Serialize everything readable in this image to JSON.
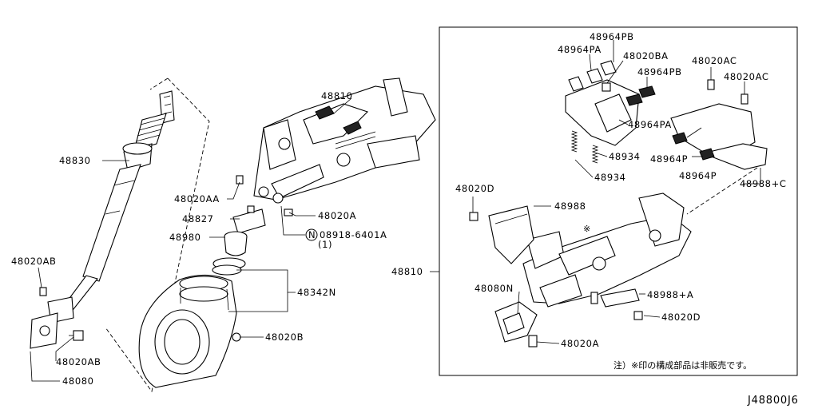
{
  "labels": {
    "l48830": "48830",
    "l48810_top": "48810",
    "l48020AA": "48020AA",
    "l48827": "48827",
    "l48980": "48980",
    "l48020A_left": "48020A",
    "l_nut_code": "08918-6401A",
    "l_nut_qty": "(1)",
    "l_nut_symbol": "N",
    "l48342N": "48342N",
    "l48020B": "48020B",
    "l48020AB_top": "48020AB",
    "l48020AB_bottom": "48020AB",
    "l48080": "48080",
    "l48810_right": "48810",
    "l48964PB_1": "48964PB",
    "l48964PA_1": "48964PA",
    "l48020BA": "48020BA",
    "l48964PB_2": "48964PB",
    "l48964PA_2": "48964PA",
    "l48934_1": "48934",
    "l48934_2": "48934",
    "l48020AC_1": "48020AC",
    "l48020AC_2": "48020AC",
    "l48964P_1": "48964P",
    "l48964P_2": "48964P",
    "l48988C": "48988+C",
    "l48020D_1": "48020D",
    "l48988": "48988",
    "l48080N": "48080N",
    "l48988A": "48988+A",
    "l48020D_2": "48020D",
    "l48020A_right": "48020A"
  },
  "note": "注）※印の構成部品は非販売です。",
  "diagram_code": "J48800J6"
}
